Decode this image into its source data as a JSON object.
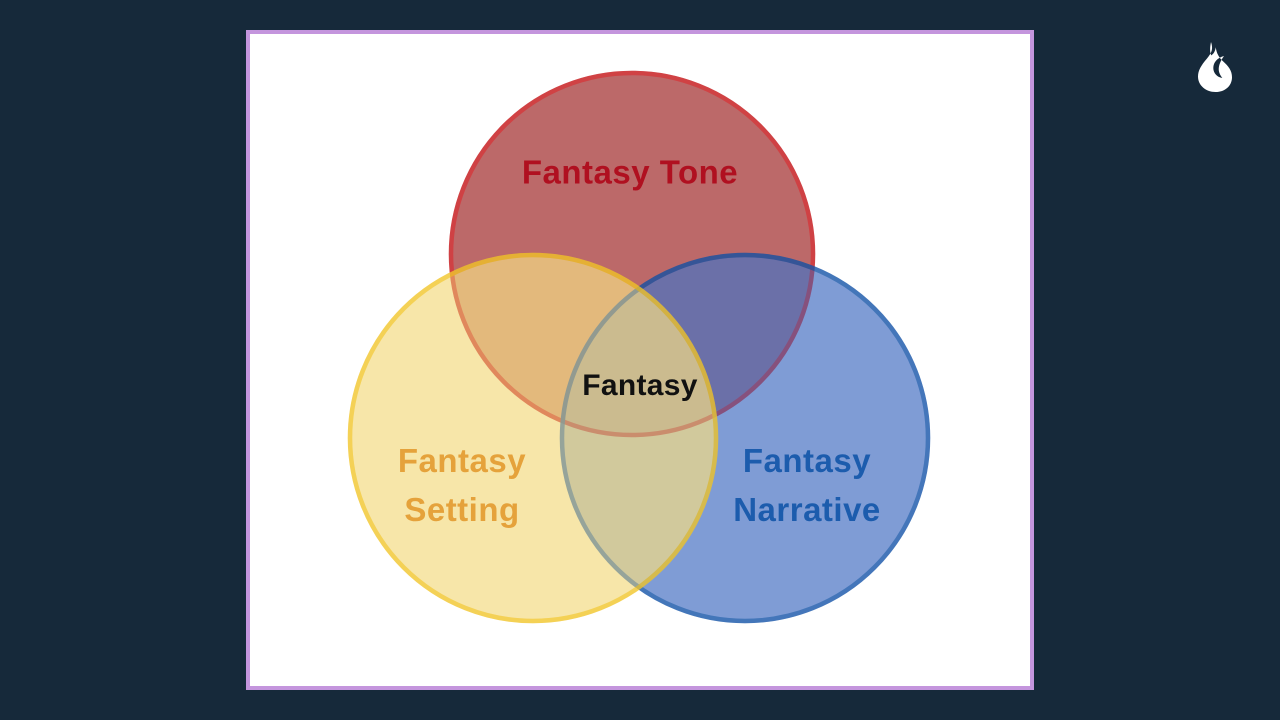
{
  "page": {
    "background_color": "#16293a"
  },
  "card": {
    "background_color": "#ffffff",
    "border_color": "#c495dd"
  },
  "logo": {
    "icon": "flame-icon",
    "color": "#ffffff"
  },
  "diagram": {
    "type": "venn",
    "sets": [
      {
        "id": "tone",
        "label": "Fantasy Tone",
        "fill": "#a02a2a",
        "stroke": "#c30d10",
        "text_color": "#b01020"
      },
      {
        "id": "setting",
        "label": "Fantasy Setting",
        "fill": "#f4dc85",
        "stroke": "#f2c526",
        "text_color": "#e5a23b"
      },
      {
        "id": "narrative",
        "label": "Fantasy Narrative",
        "fill": "#4a73c4",
        "stroke": "#0f50a6",
        "text_color": "#1c5cad"
      }
    ],
    "intersection_label": {
      "text": "Fantasy",
      "text_color": "#111111"
    }
  }
}
